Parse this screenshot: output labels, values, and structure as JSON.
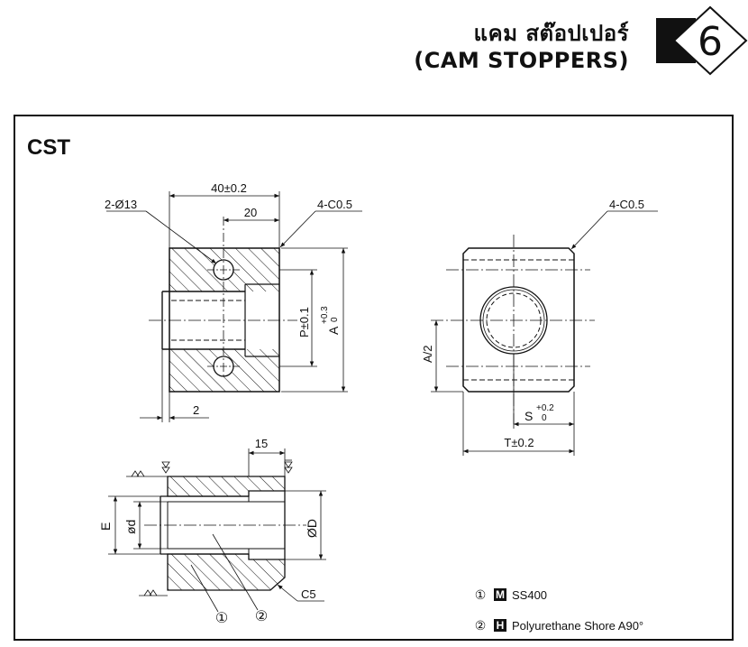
{
  "header": {
    "title_thai": "แคม สต๊อปเปอร์",
    "title_en": "(CAM STOPPERS)",
    "chapter_number": "6"
  },
  "part_code": "CST",
  "front_view": {
    "overall_width": "40±0.2",
    "half_width": "20",
    "hole_spec": "2-Ø13",
    "chamfer_top": "4-C0.5",
    "pitch": "P±0.1",
    "height_a": "A",
    "height_a_tol_upper": "+0.3",
    "height_a_tol_lower": "0",
    "offset_2": "2"
  },
  "side_view": {
    "chamfer": "4-C0.5",
    "half_height": "A/2",
    "slot_s": "S",
    "slot_s_tol_upper": "+0.2",
    "slot_s_tol_lower": "0",
    "width_t": "T±0.2"
  },
  "section_view": {
    "dim_15": "15",
    "dim_e": "E",
    "dim_od": "ød",
    "dim_big_d": "ØD",
    "chamfer_c5": "C5",
    "callout_1": "①",
    "callout_2": "②"
  },
  "legend": [
    {
      "num": "①",
      "mark": "M",
      "text": "SS400"
    },
    {
      "num": "②",
      "mark": "H",
      "text": "Polyurethane Shore A90°"
    }
  ]
}
